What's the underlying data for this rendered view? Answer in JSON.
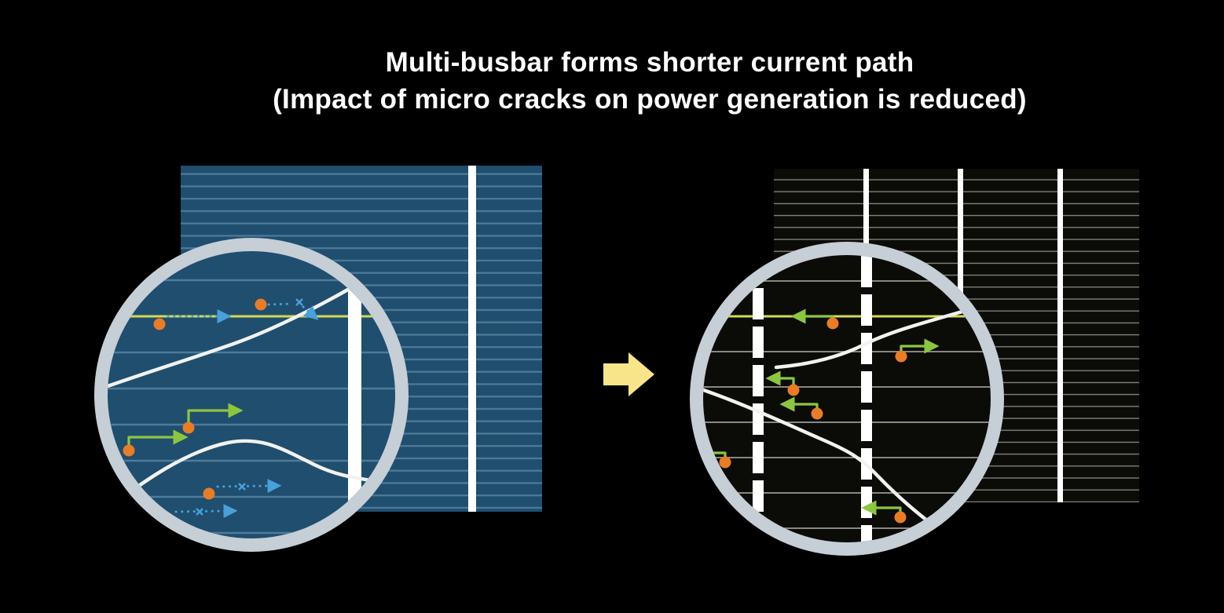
{
  "background_color": "#000000",
  "title": {
    "line1": "Multi-busbar forms shorter current path",
    "line2": "(Impact of micro cracks on power generation is reduced)",
    "color": "#ffffff"
  },
  "transition_arrow": {
    "icon": "right-arrow-icon",
    "color": "#f9e589"
  },
  "left_panel": {
    "label": "conventional-busbar-cell",
    "cell_color": "#1f4e6f",
    "finger_color": "#4e7b97",
    "busbar_color": "#ffffff",
    "visible_busbars": 1
  },
  "right_panel": {
    "label": "multi-busbar-cell",
    "cell_color": "#0b0b08",
    "finger_color": "#8a8a84",
    "busbar_color": "#ffffff",
    "visible_busbars": 3
  },
  "magnifiers": {
    "ring_color": "#c6ced6",
    "micro_crack_color": "#f2f2ef",
    "highlighted_finger_color": "#d6d94f",
    "current_origin_color": "#ea7c26",
    "long_path_color": "#4aa0d8",
    "short_path_color": "#8cc63e"
  }
}
